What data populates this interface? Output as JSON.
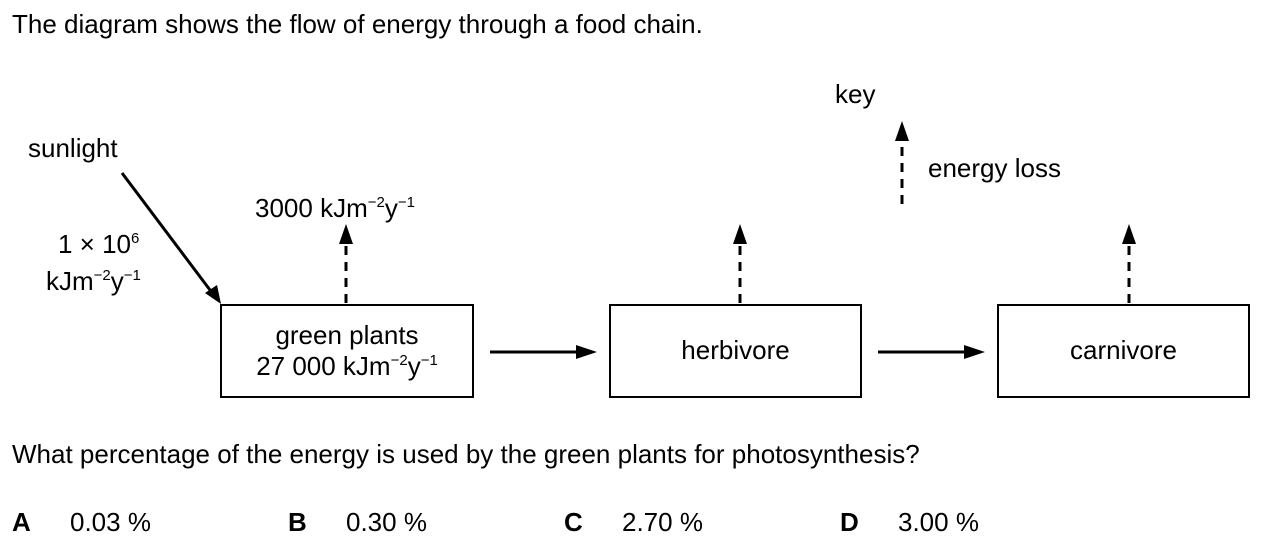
{
  "intro": "The diagram shows the flow of energy through a food chain.",
  "key": {
    "title": "key",
    "entry": "energy loss"
  },
  "sunlight": {
    "label": "sunlight",
    "value": "1 × 10",
    "value_exp": "6",
    "unit_base": "kJm",
    "unit_exp1": "−2",
    "unit_mid": "y",
    "unit_exp2": "−1"
  },
  "loss_label": {
    "value": "3000 kJm",
    "exp1": "−2",
    "mid": "y",
    "exp2": "−1"
  },
  "boxes": {
    "green_plants": {
      "name": "green plants",
      "value": "27 000 kJm",
      "exp1": "−2",
      "mid": "y",
      "exp2": "−1"
    },
    "herbivore": {
      "name": "herbivore"
    },
    "carnivore": {
      "name": "carnivore"
    }
  },
  "question": "What percentage of the energy is used by the green plants for photosynthesis?",
  "options": [
    {
      "letter": "A",
      "value": "0.03 %"
    },
    {
      "letter": "B",
      "value": "0.30 %"
    },
    {
      "letter": "C",
      "value": "2.70 %"
    },
    {
      "letter": "D",
      "value": "3.00 %"
    }
  ]
}
